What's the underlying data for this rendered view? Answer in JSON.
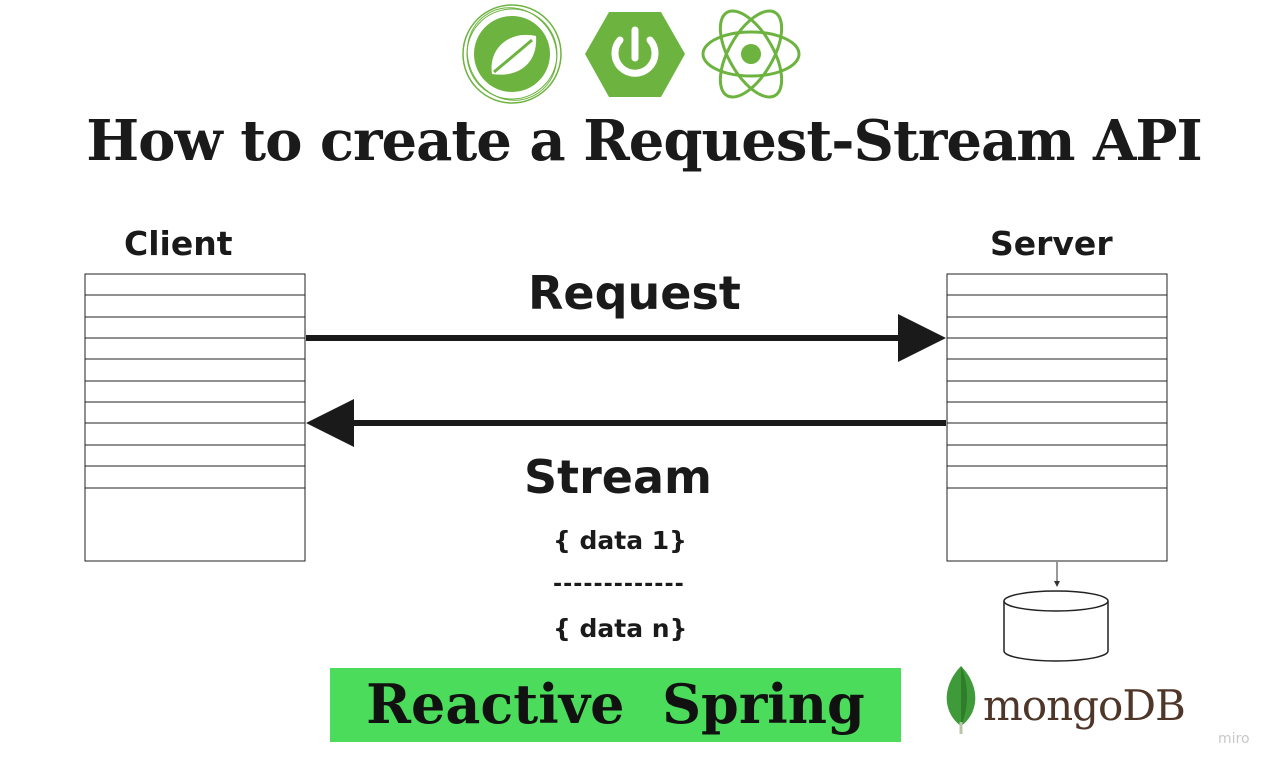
{
  "title": "How to create a Request-Stream  API",
  "client": {
    "label": "Client"
  },
  "server": {
    "label": "Server"
  },
  "arrows": {
    "request_label": "Request",
    "stream_label": "Stream"
  },
  "stream_items": {
    "first": "{ data 1}",
    "separator": "-------------",
    "last": "{ data n}"
  },
  "badge": {
    "text": "Reactive  Spring",
    "color": "#4cdc5c"
  },
  "database": {
    "logo_text": "mongoDB",
    "leaf_color": "#3f9b3a"
  },
  "logos": [
    "spring-leaf-icon",
    "spring-boot-power-icon",
    "reactive-atom-icon"
  ],
  "logo_color": "#6db33f",
  "watermark": "miro"
}
